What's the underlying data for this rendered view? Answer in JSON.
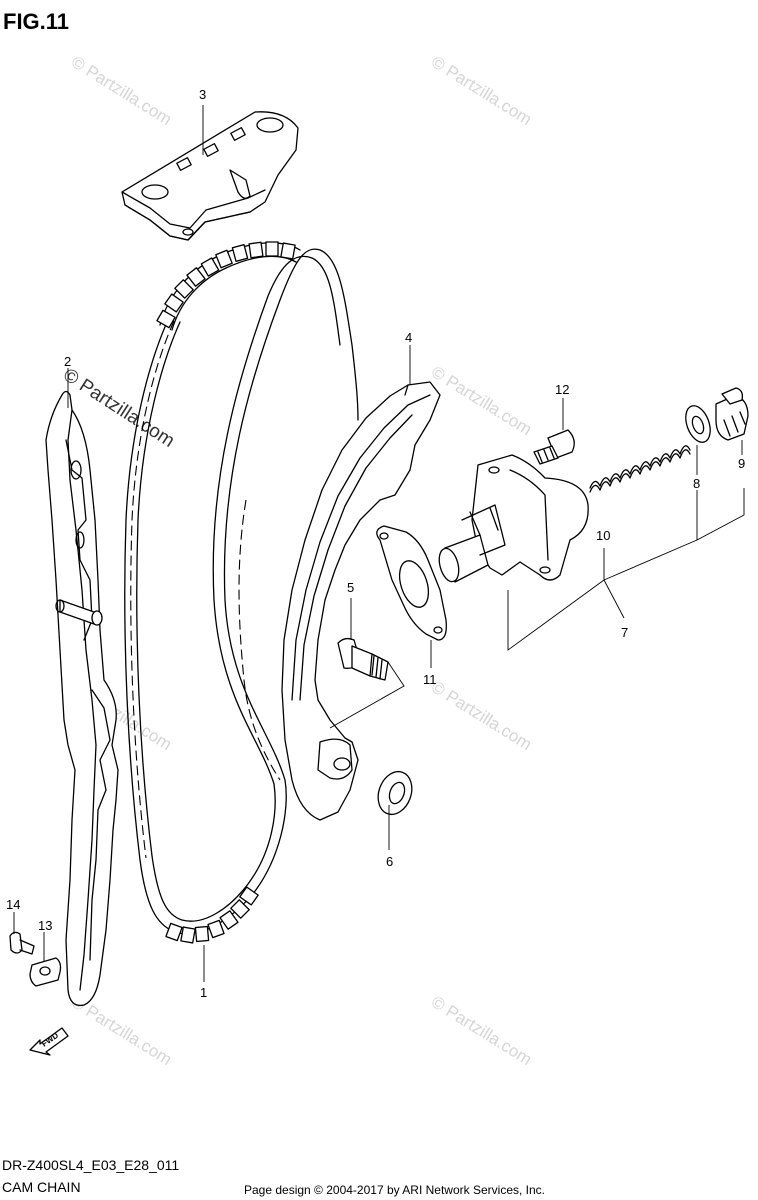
{
  "figure": {
    "title": "FIG.11"
  },
  "watermarks": {
    "primary": "© Partzilla.com",
    "faint": "© Partzilla.com"
  },
  "callouts": {
    "c1": "1",
    "c2": "2",
    "c3": "3",
    "c4": "4",
    "c5": "5",
    "c6": "6",
    "c7": "7",
    "c8": "8",
    "c9": "9",
    "c10": "10",
    "c11": "11",
    "c12": "12",
    "c13": "13",
    "c14": "14"
  },
  "direction": {
    "label": "FWD"
  },
  "footer": {
    "model_code": "DR-Z400SL4_E03_E28_011",
    "section_name": "CAM CHAIN",
    "copyright": "Page design © 2004-2017 by ARI Network Services, Inc."
  }
}
